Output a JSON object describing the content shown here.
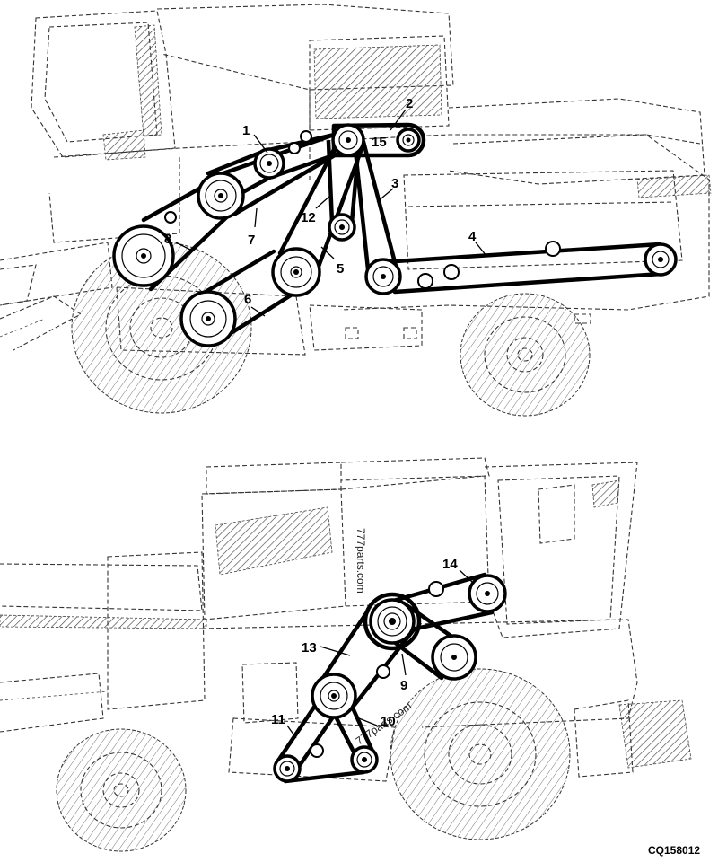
{
  "figure_code": "CQ158012",
  "watermark": "777parts.com",
  "callouts": [
    "1",
    "2",
    "3",
    "4",
    "5",
    "6",
    "7",
    "8",
    "9",
    "10",
    "11",
    "12",
    "13",
    "14",
    "15"
  ]
}
